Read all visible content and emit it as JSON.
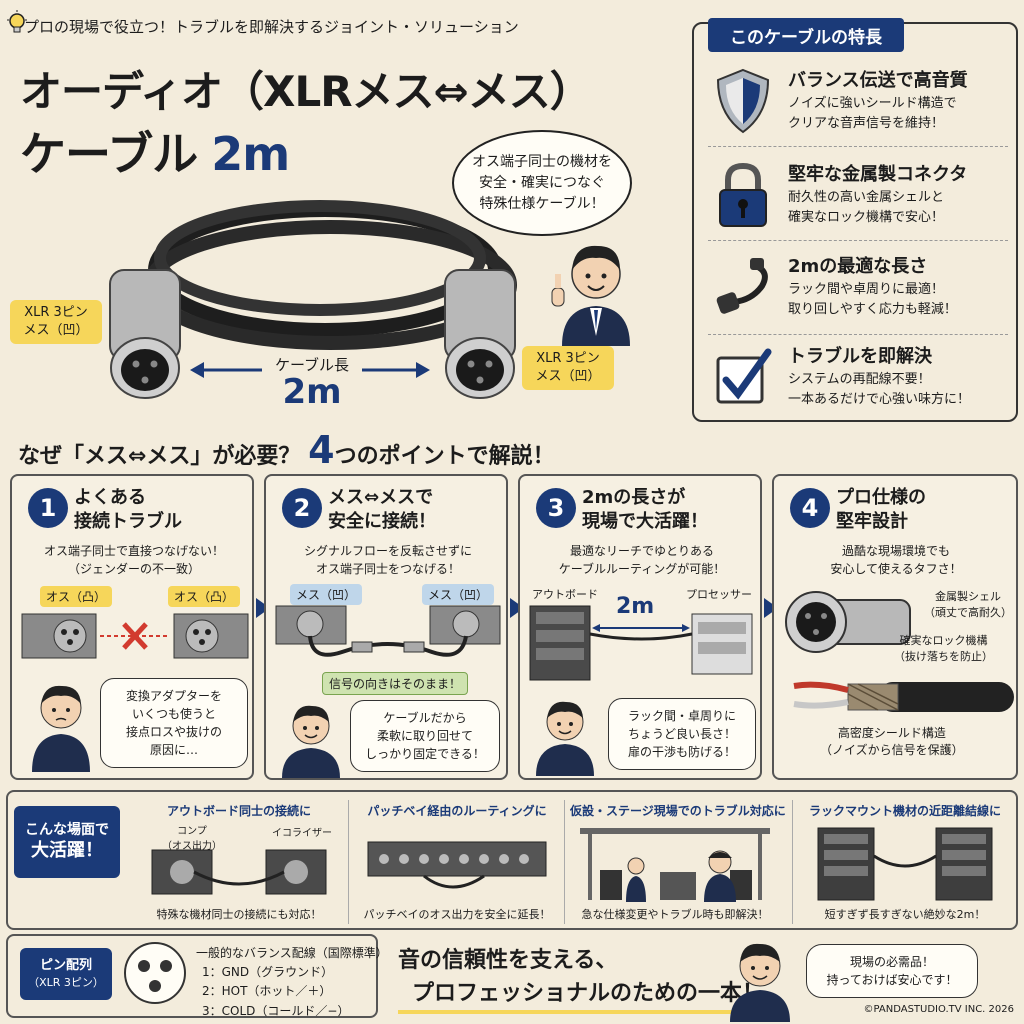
{
  "header": {
    "tagline": "プロの現場で役立つ！トラブルを即解決するジョイント・ソリューション",
    "title_line1": "オーディオ（XLRメス⇔メス）",
    "title_line2": "ケーブル",
    "title_length": "2m"
  },
  "hero": {
    "speech": "オス端子同士の機材を\n安全・確実につなぐ\n特殊仕様ケーブル！",
    "left_tag": "XLR 3ピン\nメス（凹）",
    "right_tag": "XLR 3ピン\nメス（凹）",
    "length_label": "ケーブル長",
    "length_value": "2m"
  },
  "features": {
    "heading": "このケーブルの特長",
    "items": [
      {
        "icon": "shield-icon",
        "title": "バランス伝送で高音質",
        "desc": "ノイズに強いシールド構造で\nクリアな音声信号を維持！"
      },
      {
        "icon": "padlock-icon",
        "title": "堅牢な金属製コネクタ",
        "desc": "耐久性の高い金属シェルと\n確実なロック機構で安心！"
      },
      {
        "icon": "coiled-cable-icon",
        "title": "2mの最適な長さ",
        "desc": "ラック間や卓周りに最適！\n取り回しやすく応力も軽減！"
      },
      {
        "icon": "checkbox-icon",
        "title": "トラブルを即解決",
        "desc": "システムの再配線不要！\n一本あるだけで心強い味方に！"
      }
    ]
  },
  "section": {
    "prefix": "なぜ「メス⇔メス」が必要？",
    "number": "4",
    "suffix": "つのポイントで解説！"
  },
  "points": [
    {
      "num": "1",
      "title": "よくある\n接続トラブル",
      "desc": "オス端子同士で直接つなげない！\n（ジェンダーの不一致）",
      "labels": [
        "オス（凸）",
        "オス（凸）"
      ],
      "bubble": "変換アダプターを\nいくつも使うと\n接点ロスや抜けの\n原因に…"
    },
    {
      "num": "2",
      "title": "メス⇔メスで\n安全に接続！",
      "desc": "シグナルフローを反転させずに\nオス端子同士をつなげる！",
      "labels": [
        "メス（凹）",
        "メス（凹）"
      ],
      "note": "信号の向きはそのまま！",
      "bubble": "ケーブルだから\n柔軟に取り回せて\nしっかり固定できる！"
    },
    {
      "num": "3",
      "title": "2mの長さが\n現場で大活躍！",
      "desc": "最適なリーチでゆとりある\nケーブルルーティングが可能！",
      "labels": [
        "アウトボード",
        "プロセッサー"
      ],
      "length": "2m",
      "bubble": "ラック間・卓周りに\nちょうど良い長さ！\n扉の干渉も防げる！"
    },
    {
      "num": "4",
      "title": "プロ仕様の\n堅牢設計",
      "desc": "過酷な現場環境でも\n安心して使えるタフさ！",
      "callouts": [
        "金属製シェル\n（頑丈で高耐久）",
        "確実なロック機構\n（抜け落ちを防止）",
        "高密度シールド構造\n（ノイズから信号を保護）"
      ]
    }
  ],
  "usage": {
    "badge_line1": "こんな場面で",
    "badge_line2": "大活躍！",
    "cases": [
      {
        "title": "アウトボード同士の接続に",
        "labels": [
          "コンプ\n（オス出力）",
          "イコライザー"
        ],
        "footer": "特殊な機材同士の接続にも対応！"
      },
      {
        "title": "パッチベイ経由のルーティングに",
        "footer": "パッチベイのオス出力を安全に延長！"
      },
      {
        "title": "仮設・ステージ現場でのトラブル対応に",
        "footer": "急な仕様変更やトラブル時も即解決！"
      },
      {
        "title": "ラックマウント機材の近距離結線に",
        "footer": "短すぎず長すぎない絶妙な2m！"
      }
    ]
  },
  "pinout": {
    "badge_line1": "ピン配列",
    "badge_line2": "（XLR 3ピン）",
    "heading": "一般的なバランス配線（国際標準）",
    "pins": [
      "1：GND（グラウンド）",
      "2：HOT（ホット／＋）",
      "3：COLD（コールド／−）"
    ]
  },
  "footer": {
    "slogan_line1": "音の信頼性を支える、",
    "slogan_line2": "プロフェッショナルのための一本！",
    "bubble": "現場の必需品！\n持っておけば安心です！",
    "copyright": "©PANDASTUDIO.TV INC. 2026"
  },
  "colors": {
    "navy": "#1b3a78",
    "accent_yellow": "#f6d65a",
    "background": "#f3ecdc",
    "alert_red": "#d23b2f"
  }
}
